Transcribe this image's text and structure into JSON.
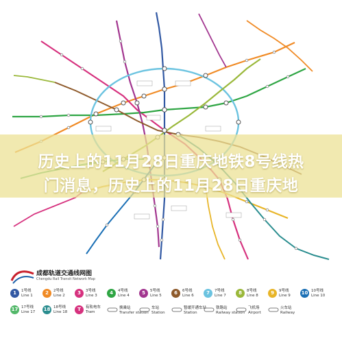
{
  "headline": {
    "line1": "历史上的11月28日重庆地铁8号线热",
    "line2": "门消息，历史上的11月28日重庆地"
  },
  "map_brand": {
    "title": "成都轨道交通线网图",
    "subtitle": "Chengdu Rail Transit Network Map"
  },
  "colors": {
    "banner": "#ece296",
    "line1": "#3158a3",
    "line2": "#f08a24",
    "line3": "#d6317e",
    "line4": "#2ea543",
    "line5": "#a2358f",
    "line6": "#8e5a2b",
    "line7": "#6bc3e0",
    "line8": "#9ab83a",
    "line9": "#e8b528",
    "line10": "#1a6fb5",
    "line17": "#53b86a",
    "line18": "#2a8d8f"
  },
  "legend": [
    {
      "num": "1",
      "cn": "1号线",
      "en": "Line 1",
      "color_key": "line1"
    },
    {
      "num": "2",
      "cn": "2号线",
      "en": "Line 2",
      "color_key": "line2"
    },
    {
      "num": "3",
      "cn": "3号线",
      "en": "Line 3",
      "color_key": "line3"
    },
    {
      "num": "4",
      "cn": "4号线",
      "en": "Line 4",
      "color_key": "line4"
    },
    {
      "num": "5",
      "cn": "5号线",
      "en": "Line 5",
      "color_key": "line5"
    },
    {
      "num": "6",
      "cn": "6号线",
      "en": "Line 6",
      "color_key": "line6"
    },
    {
      "num": "7",
      "cn": "7号线",
      "en": "Line 7",
      "color_key": "line7"
    },
    {
      "num": "8",
      "cn": "8号线",
      "en": "Line 8",
      "color_key": "line8"
    },
    {
      "num": "9",
      "cn": "9号线",
      "en": "Line 9",
      "color_key": "line9"
    },
    {
      "num": "10",
      "cn": "10号线",
      "en": "Line 10",
      "color_key": "line10"
    },
    {
      "num": "17",
      "cn": "17号线",
      "en": "Line 17",
      "color_key": "line17"
    },
    {
      "num": "18",
      "cn": "18号线",
      "en": "Line 18",
      "color_key": "line18"
    },
    {
      "num": "T",
      "cn": "有轨电车",
      "en": "Tram",
      "color_key": "line3"
    }
  ],
  "legend_symbols": [
    {
      "cn": "换乘站",
      "en": "Transfer station",
      "icon": "transfer-station-icon"
    },
    {
      "cn": "车站",
      "en": "Station",
      "icon": "station-icon"
    },
    {
      "cn": "暂缓开通车站",
      "en": "Station",
      "icon": "station-pending-icon"
    },
    {
      "cn": "铁路站",
      "en": "Railway station",
      "icon": "railway-station-icon"
    },
    {
      "cn": "飞机场",
      "en": "Airport",
      "icon": "airport-icon"
    },
    {
      "cn": "火车站",
      "en": "Railway",
      "icon": "train-icon"
    }
  ]
}
